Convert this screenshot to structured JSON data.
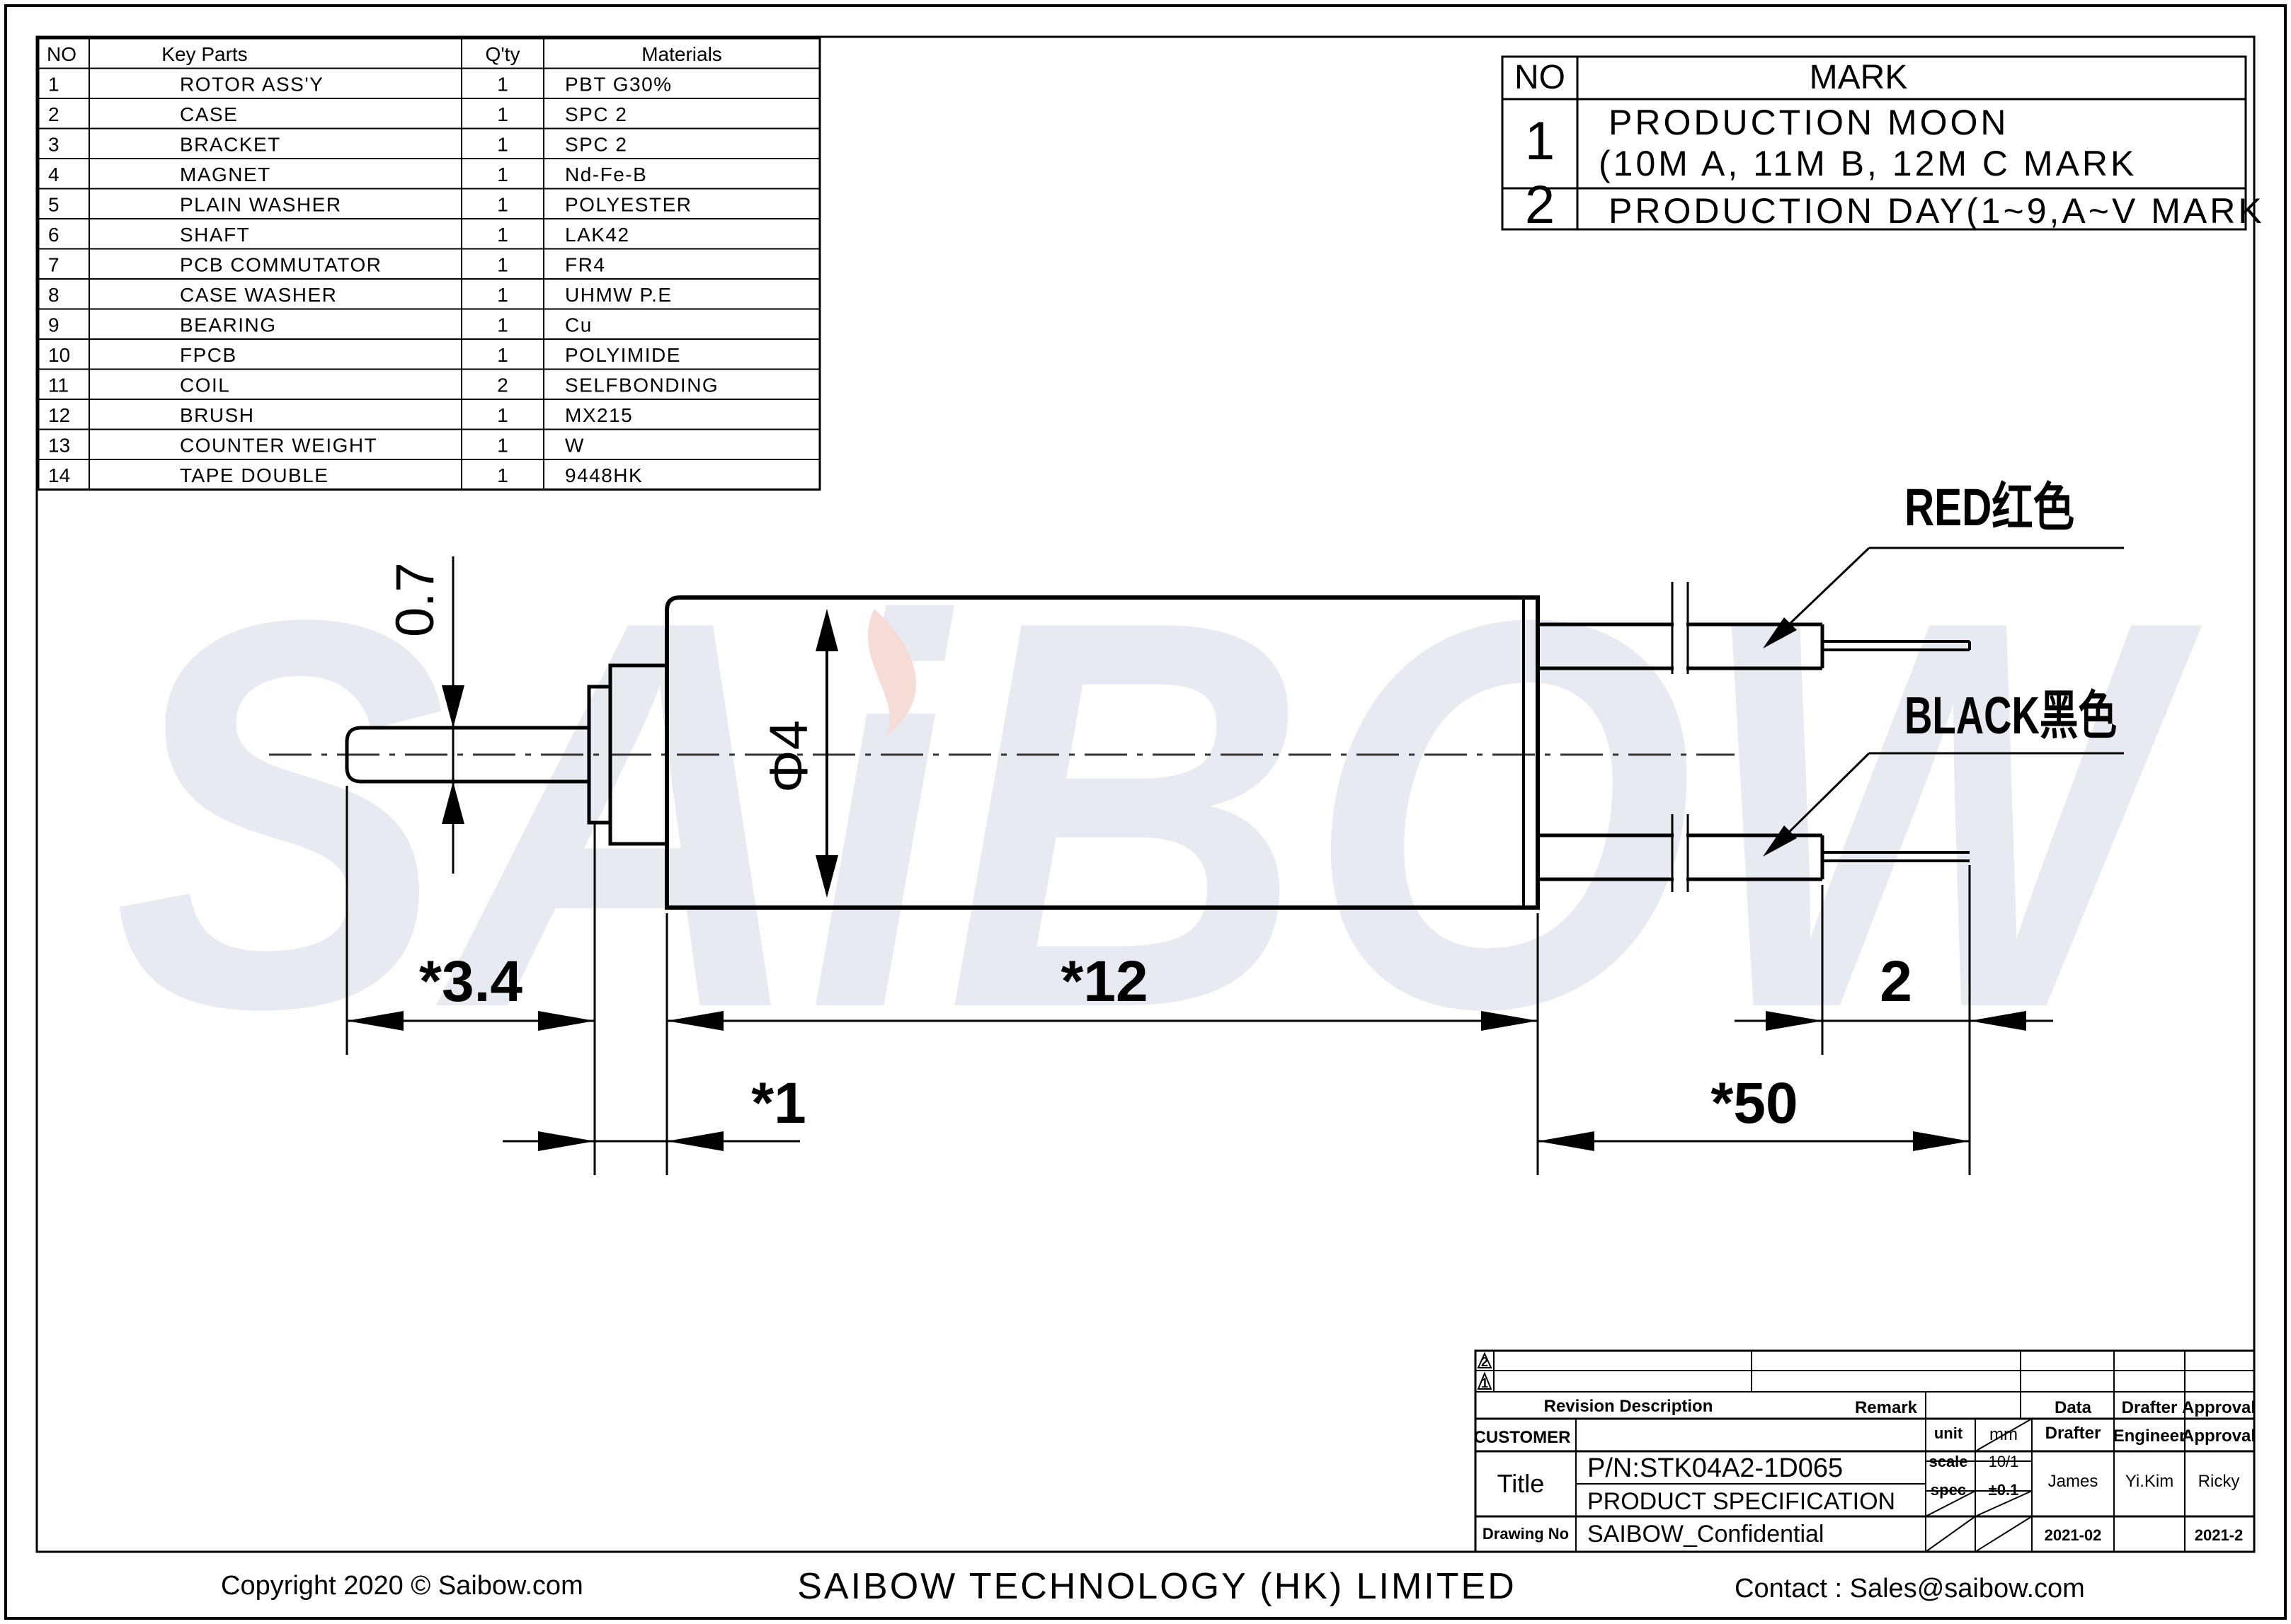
{
  "watermark": "SAiBOW",
  "parts_table": {
    "headers": [
      "NO",
      "Key Parts",
      "Q'ty",
      "Materials"
    ],
    "rows": [
      [
        "1",
        "ROTOR ASS'Y",
        "1",
        "PBT G30%"
      ],
      [
        "2",
        "CASE",
        "1",
        "SPC 2"
      ],
      [
        "3",
        "BRACKET",
        "1",
        "SPC 2"
      ],
      [
        "4",
        "MAGNET",
        "1",
        "Nd-Fe-B"
      ],
      [
        "5",
        "PLAIN WASHER",
        "1",
        "POLYESTER"
      ],
      [
        "6",
        "SHAFT",
        "1",
        "LAK42"
      ],
      [
        "7",
        "PCB COMMUTATOR",
        "1",
        "FR4"
      ],
      [
        "8",
        "CASE WASHER",
        "1",
        "UHMW P.E"
      ],
      [
        "9",
        "BEARING",
        "1",
        "Cu"
      ],
      [
        "10",
        "FPCB",
        "1",
        "POLYIMIDE"
      ],
      [
        "11",
        "COIL",
        "2",
        "SELFBONDING"
      ],
      [
        "12",
        "BRUSH",
        "1",
        "MX215"
      ],
      [
        "13",
        "COUNTER WEIGHT",
        "1",
        "W"
      ],
      [
        "14",
        "TAPE DOUBLE",
        "1",
        "9448HK"
      ]
    ]
  },
  "mark_table": {
    "headers": [
      "NO",
      "MARK"
    ],
    "rows": [
      {
        "no": "1",
        "line1": "PRODUCTION MOON",
        "line2": "(10M A, 11M B, 12M C MARK"
      },
      {
        "no": "2",
        "line1": "PRODUCTION DAY(1~9,A~V MARK",
        "line2": ""
      }
    ]
  },
  "drawing": {
    "dim_shaft_dia": "0.7",
    "dim_body_dia": "Φ4",
    "dim_shaft_len": "*3.4",
    "dim_body_len": "*12",
    "dim_bracket": "*1",
    "dim_lead_len": "*50",
    "dim_strip": "2",
    "wire_red": "RED红色",
    "wire_black": "BLACK黑色"
  },
  "title_block": {
    "rev_marks": [
      "2",
      "1"
    ],
    "revision_description": "Revision Description",
    "remark": "Remark",
    "data": "Data",
    "drafter": "Drafter",
    "approval": "Approval",
    "customer": "CUSTOMER",
    "unit": "unit",
    "unit_value": "mm",
    "drafter2": "Drafter",
    "engineer": "Engineer",
    "approval2": "Approval",
    "title": "Title",
    "pn": "P/N:STK04A2-1D065",
    "scale": "scale",
    "scale_value": "10/1",
    "spec": "spec",
    "spec_value": "±0.1",
    "drafter_name": "James",
    "engineer_name": "Yi.Kim",
    "approval_name": "Ricky",
    "product_spec": "PRODUCT SPECIFICATION",
    "drawing_no": "Drawing No",
    "confidential": "SAIBOW_Confidential",
    "draft_date": "2021-02",
    "approval_date": "2021-2"
  },
  "footer": {
    "copyright": "Copyright 2020 © Saibow.com",
    "company": "SAIBOW TECHNOLOGY (HK) LIMITED",
    "contact": "Contact : Sales@saibow.com"
  },
  "colors": {
    "watermark": "#e8eaf2",
    "watermark_accent": "#f6dcd6",
    "ink": "#000000"
  }
}
